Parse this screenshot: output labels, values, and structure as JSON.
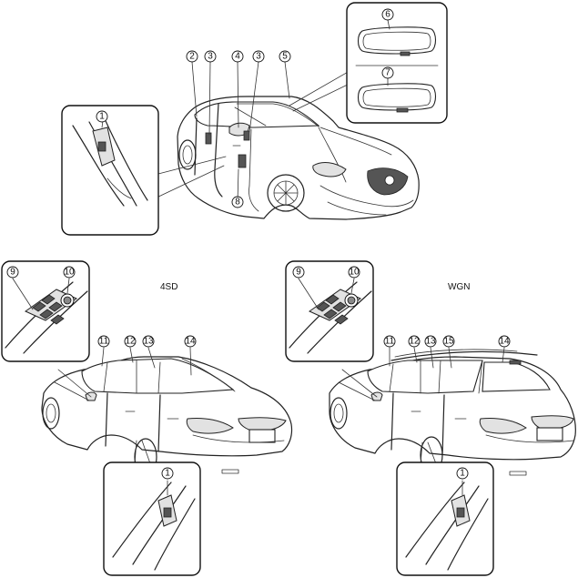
{
  "variants": {
    "sedan": "4SD",
    "wagon": "WGN"
  },
  "callouts": {
    "c1": "1",
    "c2": "2",
    "c3": "3",
    "c4": "4",
    "c5": "5",
    "c6": "6",
    "c7": "7",
    "c8": "8",
    "c9": "9",
    "c10": "10",
    "c11": "11",
    "c12": "12",
    "c13": "13",
    "c14": "14",
    "c15": "15"
  }
}
